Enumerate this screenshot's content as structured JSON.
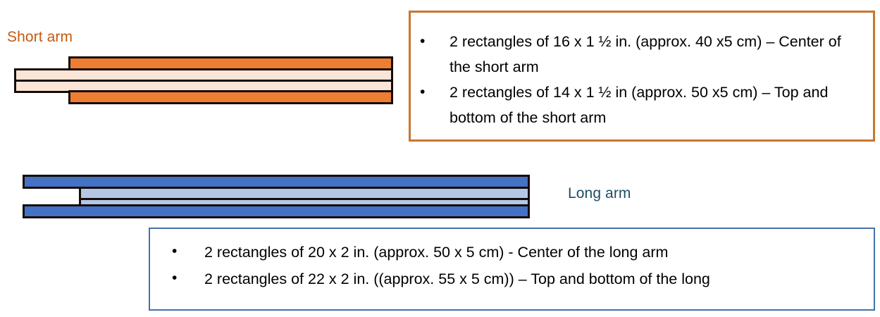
{
  "labels": {
    "short_arm": "Short arm",
    "long_arm": "Long arm"
  },
  "colors": {
    "short_outer": "#ED7D31",
    "short_center": "#FBE5D6",
    "short_label": "#C55A11",
    "short_box_border": "#C8762E",
    "long_outer": "#4472C4",
    "long_center": "#B4C7E7",
    "long_label": "#1F4E62",
    "long_box_border": "#4472A8",
    "band_outline": "#150C08",
    "background": "#FFFFFF"
  },
  "short_arm_callout": {
    "bullet_glyph": "•",
    "items": [
      "2 rectangles of 16 x 1 ½ in. (approx. 40 x5 cm) – Center of the short arm",
      "2 rectangles of 14 x 1 ½ in (approx. 50 x5 cm) – Top and bottom of the short arm"
    ]
  },
  "long_arm_callout": {
    "bullet_glyph": "•",
    "items": [
      "2 rectangles of 20 x 2 in. (approx. 50 x 5 cm) - Center of the long arm",
      "2 rectangles of 22 x 2 in. ((approx. 55 x 5 cm)) – Top and bottom of the long"
    ]
  },
  "short_arm_diagram": {
    "layers": [
      {
        "name": "top-outer-rectangle",
        "kind": "outer"
      },
      {
        "name": "upper-center-rectangle",
        "kind": "center"
      },
      {
        "name": "lower-center-rectangle",
        "kind": "center"
      },
      {
        "name": "bottom-outer-rectangle",
        "kind": "outer"
      }
    ]
  },
  "long_arm_diagram": {
    "layers": [
      {
        "name": "top-outer-rectangle",
        "kind": "outer"
      },
      {
        "name": "upper-center-rectangle",
        "kind": "center"
      },
      {
        "name": "lower-center-rectangle",
        "kind": "center"
      },
      {
        "name": "bottom-outer-rectangle",
        "kind": "outer"
      }
    ]
  }
}
